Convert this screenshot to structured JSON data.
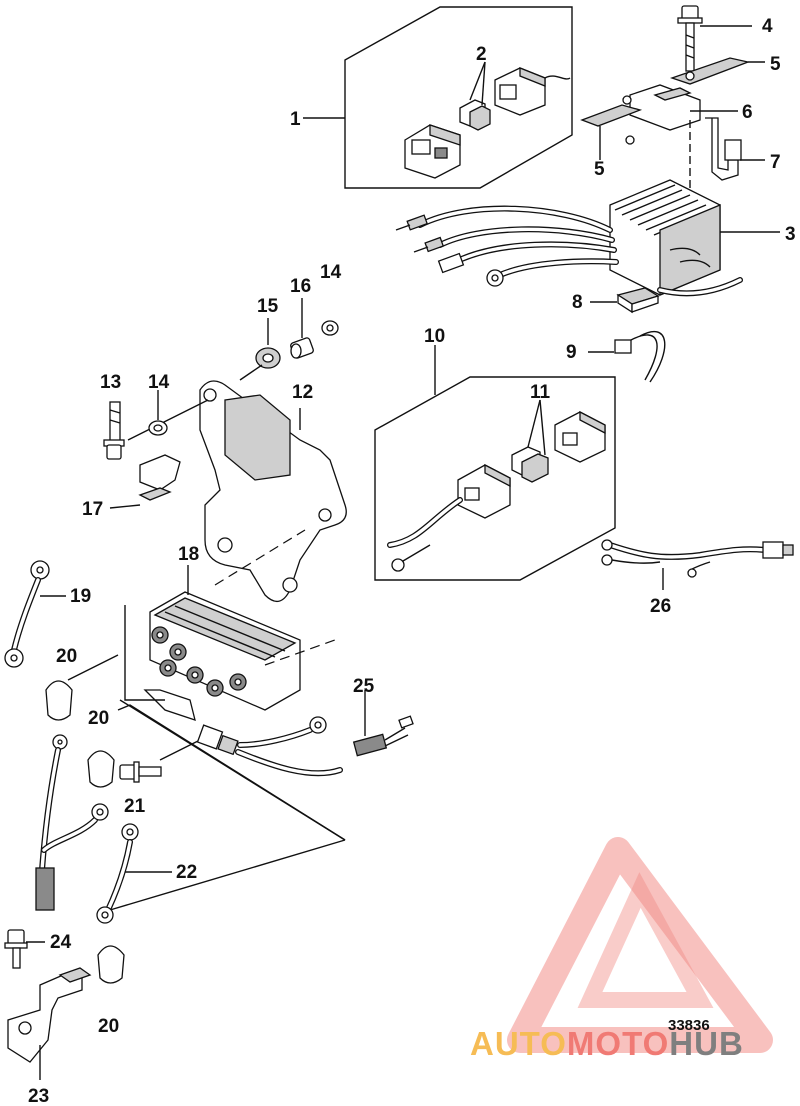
{
  "diagram_number": "33836",
  "callouts": {
    "c1": "1",
    "c2": "2",
    "c3": "3",
    "c4": "4",
    "c5a": "5",
    "c5b": "5",
    "c6": "6",
    "c7": "7",
    "c8": "8",
    "c9": "9",
    "c10": "10",
    "c11": "11",
    "c12": "12",
    "c13": "13",
    "c14a": "14",
    "c14b": "14",
    "c15": "15",
    "c16": "16",
    "c17": "17",
    "c18": "18",
    "c19": "19",
    "c20a": "20",
    "c20b": "20",
    "c20c": "20",
    "c21": "21",
    "c22": "22",
    "c23": "23",
    "c24": "24",
    "c25": "25",
    "c26": "26"
  },
  "watermark": {
    "logo_text": "AUTOMOTOHUB",
    "colors": {
      "auto": "#f6bc55",
      "moto": "#f07a74",
      "hub": "#7f7f7f",
      "triangle": "#f07a74"
    }
  }
}
